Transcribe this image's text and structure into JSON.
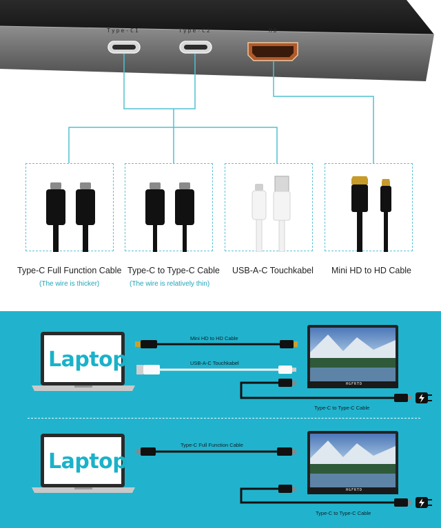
{
  "ports": {
    "typec1": "Type-C1",
    "typec2": "Type-C2",
    "hd": "HD"
  },
  "cables": [
    {
      "name": "Type-C Full Function Cable",
      "note": "(The wire is thicker)"
    },
    {
      "name": "Type-C to Type-C Cable",
      "note": "(The wire is relatively thin)"
    },
    {
      "name": "USB-A-C Touchkabel",
      "note": ""
    },
    {
      "name": "Mini HD to HD Cable",
      "note": ""
    }
  ],
  "setup1": {
    "laptop": "Laptop",
    "cable_top": "Mini HD to HD Cable",
    "cable_mid": "USB-A-C Touchkabel",
    "cable_power": "Type-C to Type-C Cable",
    "brand": "HGFRTD"
  },
  "setup2": {
    "laptop": "Laptop",
    "cable_top": "Type-C Full Function Cable",
    "cable_power": "Type-C to Type-C Cable",
    "brand": "HGFRTD"
  },
  "colors": {
    "accent": "#21b3cd",
    "note_text": "#1fa5b9",
    "dashed_border": "#5bc3d3"
  }
}
